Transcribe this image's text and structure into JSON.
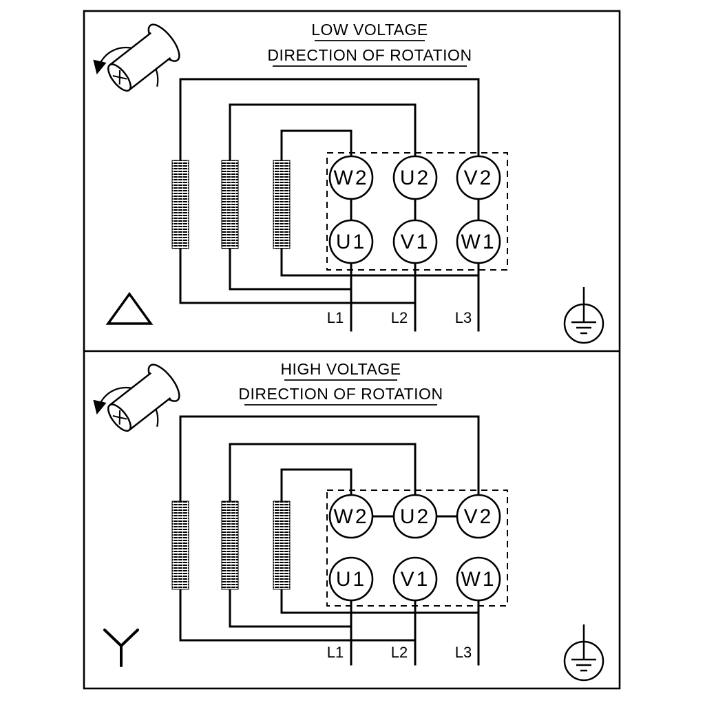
{
  "panels": [
    {
      "title": "LOW VOLTAGE",
      "subtitle": "DIRECTION OF ROTATION",
      "connection": "delta",
      "terminals_top": [
        "W2",
        "U2",
        "V2"
      ],
      "terminals_bottom": [
        "U1",
        "V1",
        "W1"
      ],
      "leads": [
        "L1",
        "L2",
        "L3"
      ],
      "icons": {
        "rotation": "shaft-rotation-icon",
        "connection": "delta-icon",
        "ground": "earth-ground-icon"
      }
    },
    {
      "title": "HIGH VOLTAGE",
      "subtitle": "DIRECTION OF ROTATION",
      "connection": "star",
      "terminals_top": [
        "W2",
        "U2",
        "V2"
      ],
      "terminals_bottom": [
        "U1",
        "V1",
        "W1"
      ],
      "leads": [
        "L1",
        "L2",
        "L3"
      ],
      "icons": {
        "rotation": "shaft-rotation-icon",
        "connection": "star-icon",
        "ground": "earth-ground-icon"
      }
    }
  ],
  "colors": {
    "line": "#000000",
    "background": "#ffffff"
  }
}
